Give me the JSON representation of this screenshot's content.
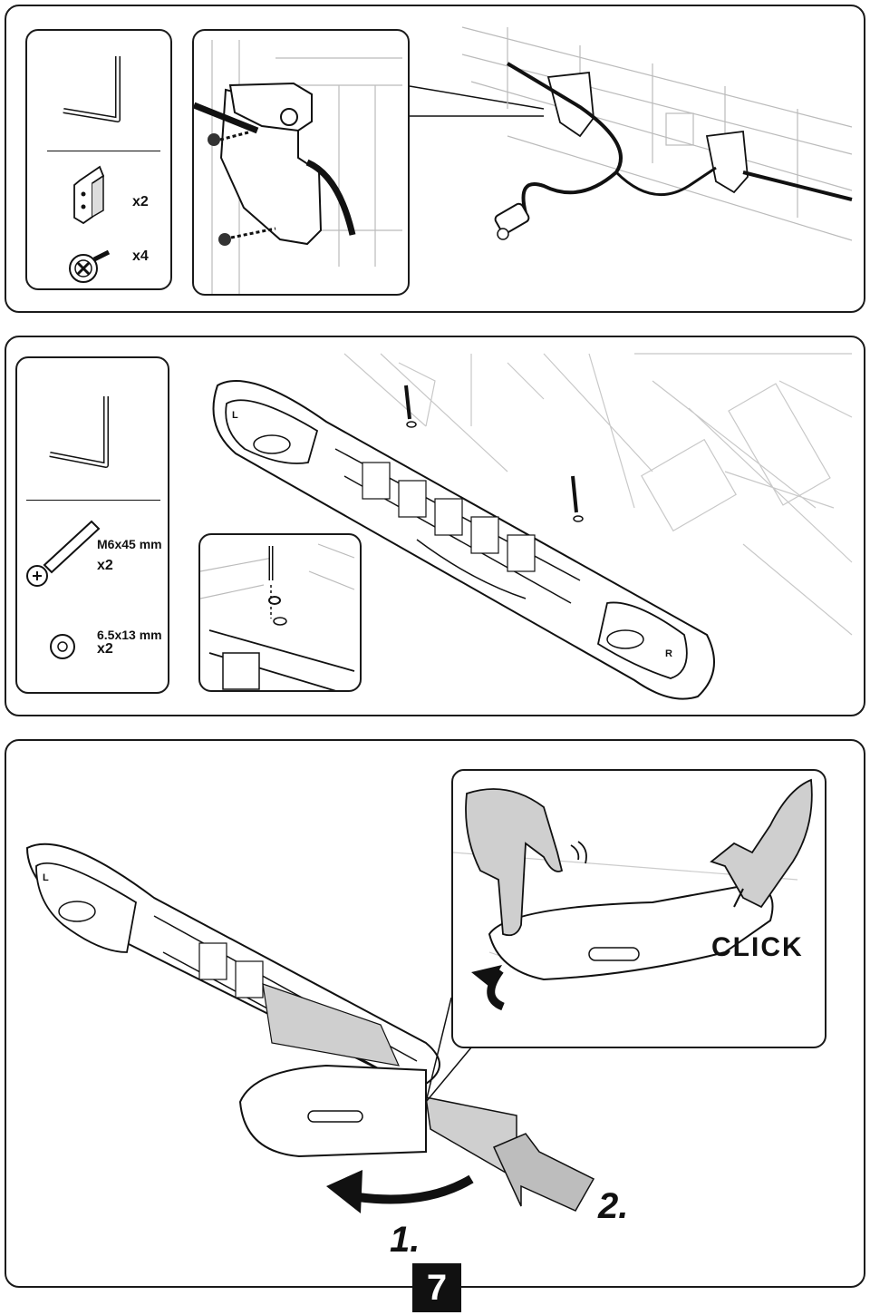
{
  "section1": {
    "parts": [
      {
        "icon": "allen-key-icon",
        "qty": ""
      },
      {
        "icon": "bracket-icon",
        "qty": "x2"
      },
      {
        "icon": "screw-icon",
        "qty": "x4"
      }
    ]
  },
  "section2": {
    "parts": [
      {
        "icon": "allen-key-icon",
        "size": "",
        "qty": ""
      },
      {
        "icon": "bolt-icon",
        "size": "M6x45 mm",
        "qty": "x2"
      },
      {
        "icon": "washer-icon",
        "size": "6.5x13 mm",
        "qty": "x2"
      }
    ],
    "side_labels": {
      "left": "L",
      "right": "R"
    }
  },
  "section3": {
    "side_label": "L",
    "click_text": "CLICK",
    "step_1": "1.",
    "step_2": "2."
  },
  "page_number": "7"
}
